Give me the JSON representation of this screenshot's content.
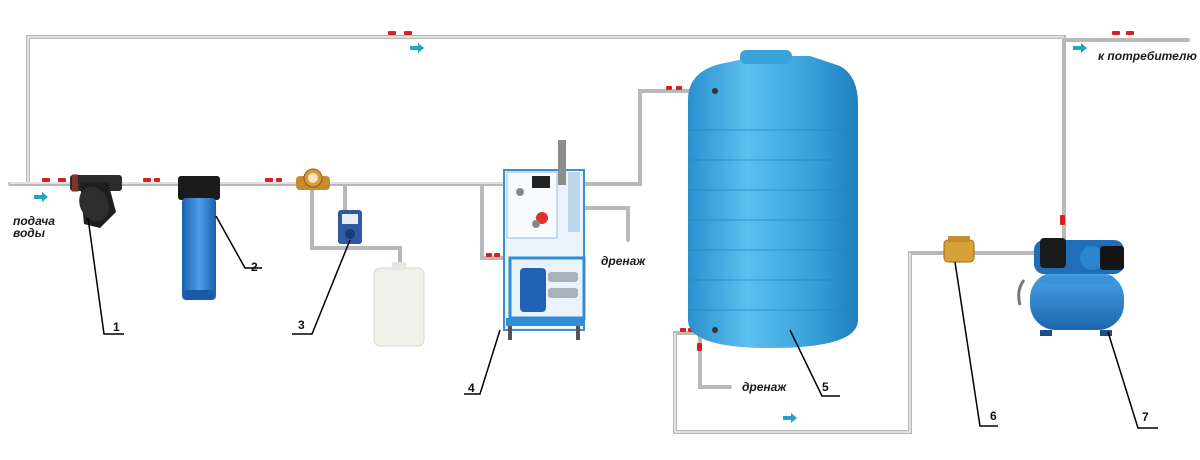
{
  "labels": {
    "water_supply_1": "подача",
    "water_supply_2": "воды",
    "drain_ro": "дренаж",
    "drain_tank": "дренаж",
    "to_consumer": "к потребителю"
  },
  "numbers": [
    "1",
    "2",
    "3",
    "4",
    "5",
    "6",
    "7"
  ],
  "colors": {
    "pipe": "#c9c9c9",
    "pipe_edge": "#9a9a9a",
    "valve": "#d81e1e",
    "flow_arrow": "#1ea5c8",
    "tank": "#3fa6dc",
    "filter_blue": "#2e7fd0",
    "frame": "#2f8fd6",
    "pump": "#2d7fc6"
  },
  "icons": [
    "flow-arrow-icon",
    "valve-icon"
  ]
}
